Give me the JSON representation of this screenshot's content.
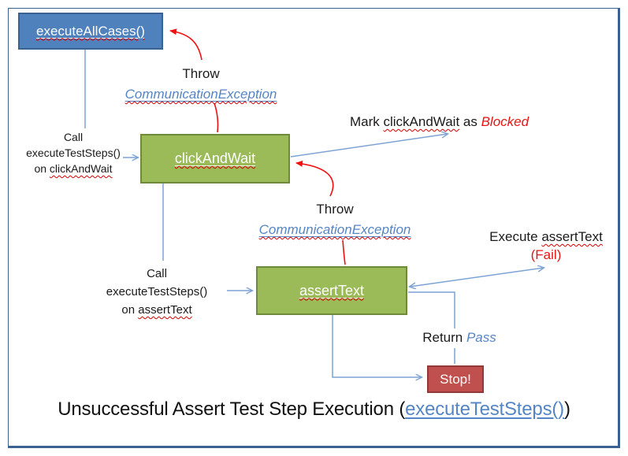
{
  "diagram": {
    "title": {
      "prefix": "Unsuccessful Assert Test Step Execution (",
      "link": "executeTestSteps()",
      "suffix": ")"
    },
    "nodes": {
      "execute_all_cases": {
        "label": "executeAllCases()",
        "fill": "#4f81bd",
        "border": "#3a618f"
      },
      "click_and_wait": {
        "label": "clickAndWait",
        "fill": "#9bbb59",
        "border": "#6f8a3b"
      },
      "assert_text": {
        "label": "assertText",
        "fill": "#9bbb59",
        "border": "#6f8a3b"
      },
      "stop": {
        "label": "Stop!",
        "fill": "#c0504d",
        "border": "#8f3a38"
      }
    },
    "labels": {
      "call_click_and_wait": {
        "line1": "Call",
        "line2": "executeTestSteps()",
        "line3_prefix": "on ",
        "line3_target": "clickAndWait"
      },
      "call_assert_text": {
        "line1": "Call",
        "line2": "executeTestSteps()",
        "line3_prefix": "on ",
        "line3_target": "assertText"
      },
      "throw_click_and_wait": {
        "line1": "Throw",
        "line2": "CommunicationException"
      },
      "throw_assert_text": {
        "line1": "Throw",
        "line2": "CommunicationException"
      },
      "mark_blocked": {
        "part1": "Mark ",
        "part2": "clickAndWait",
        "part3": " as ",
        "part4": "Blocked"
      },
      "execute_fail": {
        "part1": "Execute ",
        "part2": "assertText",
        "line2": "(Fail)"
      },
      "return_pass": {
        "part1": "Return ",
        "part2": "Pass"
      }
    },
    "colors": {
      "connector_blue": "#7da3d4",
      "arrow_red": "#f10f0f",
      "text_blue": "#5585c5",
      "text_red": "#e81515",
      "squiggle_red": "#d40000",
      "frame_border": "#3c6090"
    }
  }
}
